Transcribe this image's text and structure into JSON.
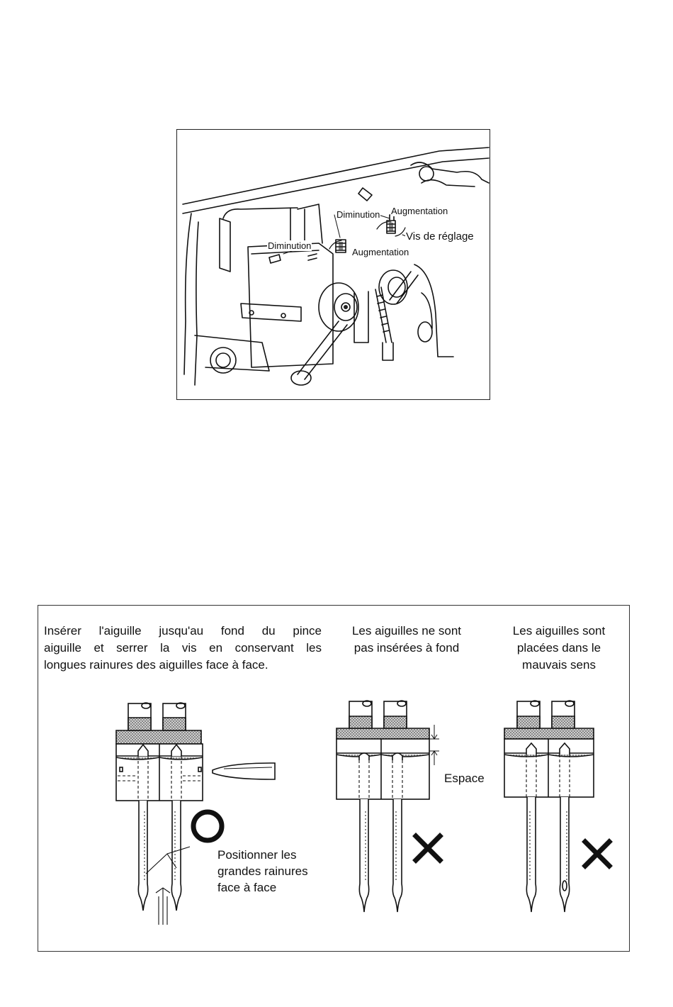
{
  "top_figure": {
    "labels": {
      "diminution_upper": "Diminution",
      "augmentation_upper": "Augmentation",
      "vis_de_reglage": "Vis de réglage",
      "diminution_lower": "Diminution",
      "augmentation_lower": "Augmentation"
    }
  },
  "bottom_figure": {
    "correct": {
      "caption_lines": [
        "Insérer l'aiguille jusqu'au fond du pince",
        "aiguille et serrer la vis en conservant les",
        "longues rainures des aiguilles face à face."
      ],
      "note_lines": [
        "Positionner les",
        "grandes rainures",
        "face à face"
      ],
      "mark": "circle"
    },
    "not_fully_inserted": {
      "caption_lines": [
        "Les aiguilles ne sont",
        "pas insérées à fond"
      ],
      "gap_label": "Espace",
      "mark": "cross"
    },
    "wrong_direction": {
      "caption_lines": [
        "Les aiguilles sont",
        "placées dans le",
        "mauvais sens"
      ],
      "mark": "cross"
    }
  }
}
